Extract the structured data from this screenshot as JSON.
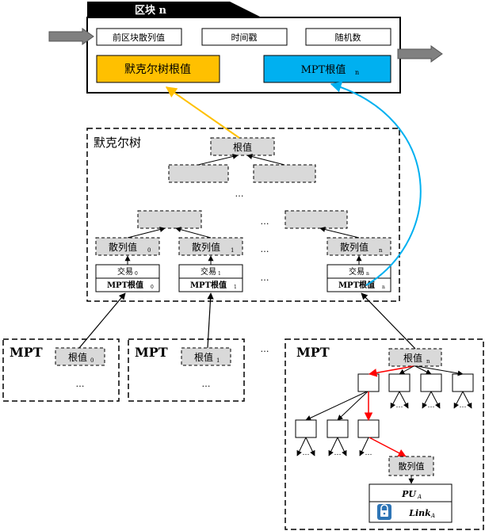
{
  "block": {
    "title": "区块 n",
    "prev_hash": "前区块散列值",
    "timestamp": "时间戳",
    "nonce": "随机数",
    "merkle_root": "默克尔树根值",
    "mpt_root": "MPT根值",
    "mpt_root_sub": "n"
  },
  "merkle": {
    "title": "默克尔树",
    "root": "根值",
    "dots": "…",
    "hashes": [
      {
        "label": "散列值",
        "sub": "0"
      },
      {
        "label": "散列值",
        "sub": "1"
      },
      {
        "label": "散列值",
        "sub": "n"
      }
    ],
    "tx": [
      {
        "label": "交易",
        "sub": "0"
      },
      {
        "label": "交易",
        "sub": "1"
      },
      {
        "label": "交易",
        "sub": "n"
      }
    ],
    "mpt_roots": [
      {
        "label": "MPT根值",
        "sub": "0"
      },
      {
        "label": "MPT根值",
        "sub": "1"
      },
      {
        "label": "MPT根值",
        "sub": "n"
      }
    ]
  },
  "mpt": {
    "title": "MPT",
    "roots": [
      {
        "label": "根值",
        "sub": "0"
      },
      {
        "label": "根值",
        "sub": "1"
      },
      {
        "label": "根值",
        "sub": "n"
      }
    ],
    "leaf_hash": "散列值",
    "pu": "PU",
    "pu_sub": "A",
    "link": "Link",
    "link_sub": "A",
    "dots": "…"
  },
  "colors": {
    "merkle_root_fill": "#FFC000",
    "mpt_root_fill": "#00B0F0",
    "grey_node": "#D9D9D9",
    "red_path": "#FF0000",
    "lock": "#2E75B6"
  }
}
